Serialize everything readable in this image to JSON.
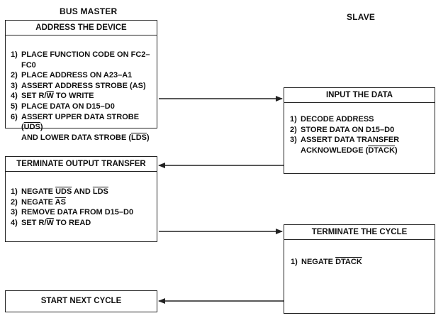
{
  "headings": {
    "master": "BUS MASTER",
    "slave": "SLAVE"
  },
  "address_box": {
    "title": "ADDRESS THE DEVICE",
    "steps": [
      {
        "num": "1)",
        "text": "PLACE FUNCTION CODE ON FC2–FC0"
      },
      {
        "num": "2)",
        "text": "PLACE ADDRESS ON A23–A1"
      },
      {
        "num": "3)",
        "pre": "ASSERT ADDRESS STROBE (",
        "bar": "AS",
        "post": ")"
      },
      {
        "num": "4)",
        "pre": "SET R/",
        "bar": "W",
        "post": " TO WRITE"
      },
      {
        "num": "5)",
        "text": "PLACE DATA ON D15–D0"
      },
      {
        "num": "6)",
        "pre": "ASSERT UPPER DATA STROBE (",
        "bar": "UDS",
        "post": ")"
      },
      {
        "pre": "AND LOWER DATA STROBE (",
        "bar": "LDS",
        "post": ")"
      }
    ]
  },
  "input_box": {
    "title": "INPUT THE DATA",
    "steps": [
      {
        "num": "1)",
        "text": "DECODE ADDRESS"
      },
      {
        "num": "2)",
        "text": "STORE DATA ON D15–D0"
      },
      {
        "num": "3)",
        "text": "ASSERT DATA TRANSFER"
      },
      {
        "pre": "ACKNOWLEDGE (",
        "bar": "DTACK",
        "post": ")"
      }
    ]
  },
  "terminate_output_box": {
    "title": "TERMINATE OUTPUT TRANSFER",
    "steps": [
      {
        "num": "1)",
        "pre": "NEGATE ",
        "bar": "UDS",
        "mid": " AND ",
        "bar2": "LDS"
      },
      {
        "num": "2)",
        "pre": "NEGATE ",
        "bar": "AS"
      },
      {
        "num": "3)",
        "text": "REMOVE DATA FROM D15–D0"
      },
      {
        "num": "4)",
        "pre": "SET R/",
        "bar": "W",
        "post": " TO READ"
      }
    ]
  },
  "terminate_cycle_box": {
    "title": "TERMINATE THE CYCLE",
    "steps": [
      {
        "num": "1)",
        "pre": "NEGATE ",
        "bar": "DTACK"
      }
    ]
  },
  "start_box": {
    "title": "START NEXT CYCLE"
  }
}
